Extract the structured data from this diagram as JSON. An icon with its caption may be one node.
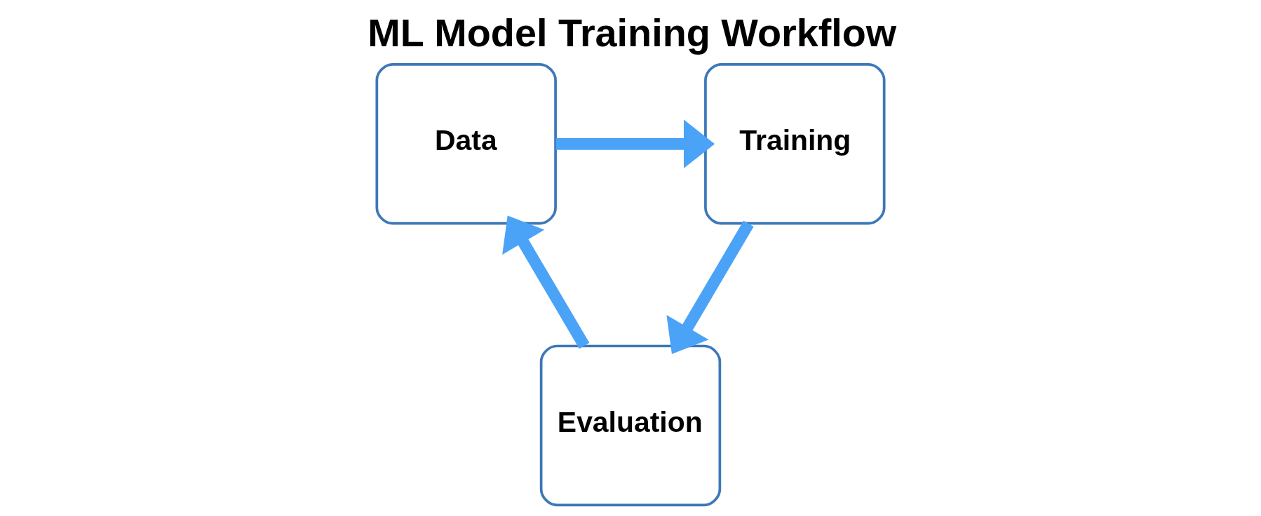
{
  "diagram": {
    "title": "ML Model Training Workflow",
    "nodes": [
      {
        "text": [
          "Data"
        ]
      },
      {
        "text": [
          "Training"
        ]
      },
      {
        "text": [
          "Evaluation"
        ]
      }
    ],
    "edges": [
      {
        "from": 0,
        "to": 1,
        "arrow": "to"
      },
      {
        "from": 1,
        "to": 2,
        "arrow": "to"
      },
      {
        "from": 2,
        "to": 0,
        "arrow": "to"
      }
    ]
  }
}
